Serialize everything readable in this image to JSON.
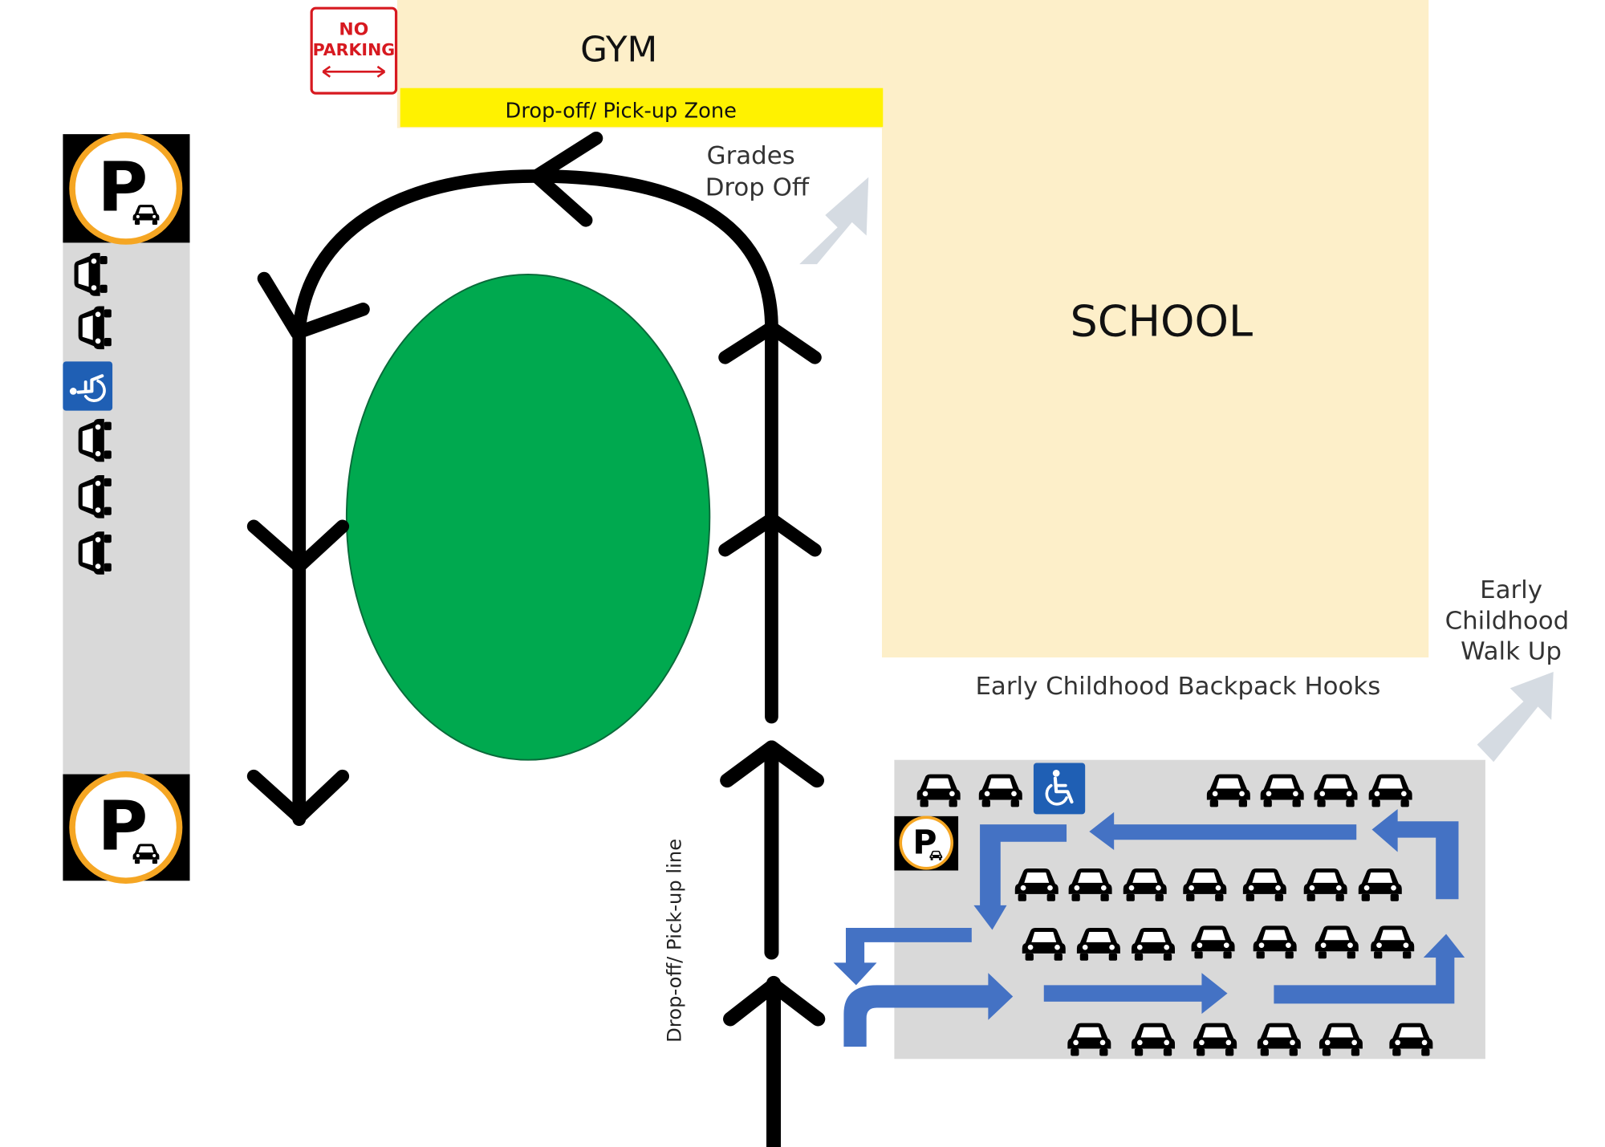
{
  "labels": {
    "gym": "GYM",
    "school": "SCHOOL",
    "zone": "Drop-off/ Pick-up  Zone",
    "grades_line1": "Grades",
    "grades_line2": "Drop Off",
    "backpack": "Early Childhood Backpack Hooks",
    "ec_line1": "Early",
    "ec_line2": "Childhood",
    "ec_line3": "Walk Up",
    "line": "Drop-off/ Pick-up line"
  },
  "no_parking_sign": {
    "line1": "NO",
    "line2": "PARKING"
  },
  "parking_letter": "P",
  "colors": {
    "building": "#fdefc9",
    "zone": "#fff200",
    "lawn": "#00a94f",
    "parking_lot": "#d9d9d9",
    "traffic_arrows": "#4472c4",
    "walk_arrows": "#d5dbe2",
    "route": "#000000",
    "sign_red": "#d71920",
    "parking_ring": "#f5a623",
    "accessible_blue": "#1f5fb4"
  },
  "icons": {
    "parking": "parking-sign-icon",
    "car": "car-icon",
    "accessible": "wheelchair-accessible-icon",
    "no_parking": "no-parking-sign-icon"
  }
}
